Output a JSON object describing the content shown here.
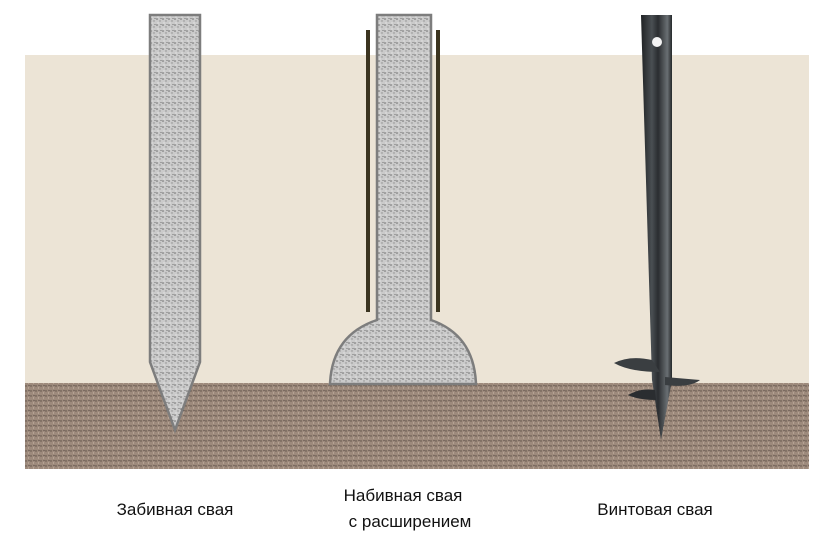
{
  "colors": {
    "sand": "#ece4d6",
    "soil": "#9d8a7c",
    "concrete": "#c9c9c9",
    "concrete_outline": "#7d7d7d",
    "casing": "#3b3420",
    "screw_pile": "#2f3336"
  },
  "labels": {
    "driven_pile": "Забивная свая",
    "bored_pile_line1": "Набивная свая",
    "bored_pile_line2": "с расширением",
    "screw_pile": "Винтовая свая"
  }
}
